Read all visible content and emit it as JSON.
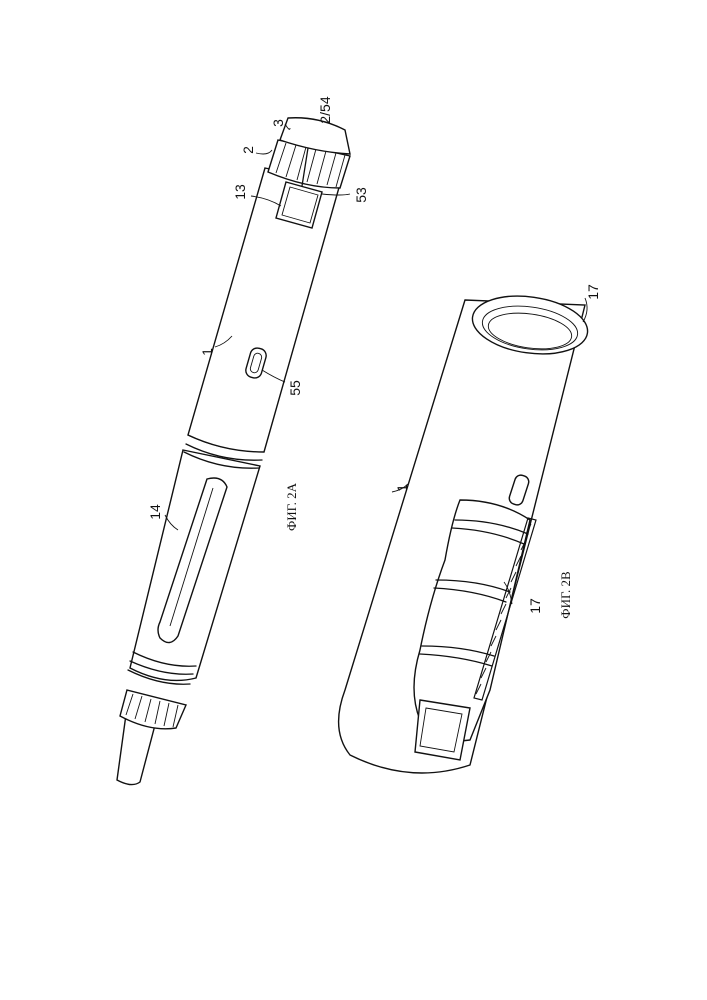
{
  "sheet": {
    "page_number": "2/54"
  },
  "figure_a": {
    "caption": "ФИГ. 2А",
    "labels": {
      "l3": "3",
      "l2": "2",
      "l13": "13",
      "l53": "53",
      "l1": "1",
      "l55": "55",
      "l14": "14"
    }
  },
  "figure_b": {
    "caption": "ФИГ. 2В",
    "labels": {
      "l1": "1",
      "l17_top": "17",
      "l17_mid": "17"
    }
  }
}
